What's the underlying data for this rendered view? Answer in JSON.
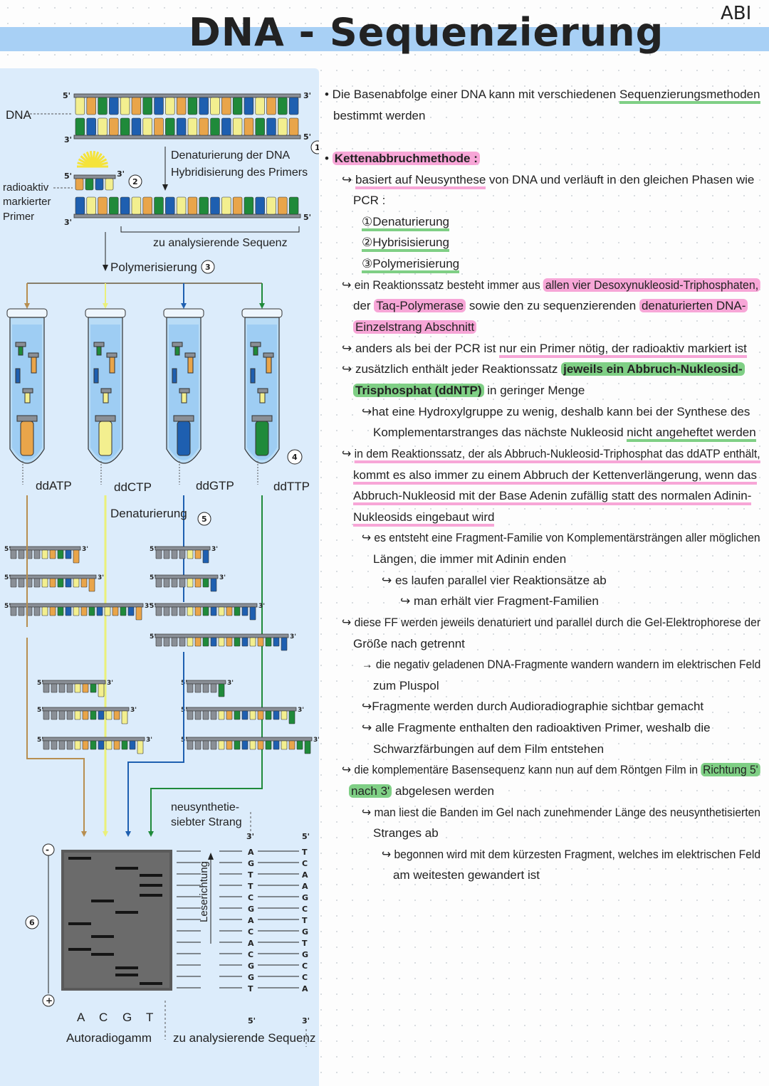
{
  "header": {
    "title": "DNA - Sequenzierung",
    "corner": "ABI"
  },
  "diagram": {
    "dna_label": "DNA",
    "primer_label_1": "radioaktiv",
    "primer_label_2": "markierter",
    "primer_label_3": "Primer",
    "five_prime": "5'",
    "three_prime": "3'",
    "step_denat_1": "Denaturierung der DNA",
    "step_denat_2": "Hybridisierung des Primers",
    "seq_label": "zu analysierende Sequenz",
    "polymerisation": "Polymerisierung",
    "tube_labels": [
      "ddATP",
      "ddCTP",
      "ddGTP",
      "ddTTP"
    ],
    "denaturierung": "Denaturierung",
    "step_nums": [
      "1",
      "2",
      "3",
      "4",
      "5",
      "6"
    ],
    "neusynth_1": "neusynthetie-",
    "neusynth_2": "siebter Strang",
    "leserichtung": "Leserichtung",
    "lane_labels": [
      "A",
      "C",
      "G",
      "T"
    ],
    "autoradiogramm": "Autoradiogamm",
    "zu_analys": "zu analysierende Sequenz",
    "minus": "-",
    "plus": "+",
    "left_seq": [
      "A",
      "G",
      "T",
      "T",
      "C",
      "G",
      "A",
      "C",
      "A",
      "C",
      "G",
      "G",
      "T"
    ],
    "right_seq": [
      "T",
      "C",
      "A",
      "A",
      "G",
      "C",
      "T",
      "G",
      "T",
      "G",
      "C",
      "C",
      "A"
    ]
  },
  "notes": {
    "l1a": "Die Basenabfolge einer DNA kann mit verschiedenen ",
    "l1b": "Sequenzierungsmethoden",
    "l2": "bestimmt werden",
    "l3": "Kettenabbruchmethode :",
    "l4a": "basiert auf Neusynthese",
    "l4b": " von DNA und verläuft in den gleichen Phasen wie",
    "l5": "PCR :",
    "l6": "①Denaturierung",
    "l7": "②Hybrisisierung",
    "l8": "③Polymerisierung",
    "l9a": "ein Reaktionssatz besteht immer aus ",
    "l9b": "allen vier Desoxynukleosid-Triphosphaten,",
    "l10a": "der ",
    "l10b": "Taq-Polymerase",
    "l10c": " sowie den zu sequenzierenden ",
    "l10d": "denaturierten DNA-",
    "l11": "Einzelstrang Abschnitt",
    "l12a": "anders als bei der PCR ist ",
    "l12b": "nur ein Primer nötig, der radioaktiv markiert ist",
    "l13a": "zusätzlich enthält jeder Reaktionssatz ",
    "l13b": "jeweils ein Abbruch-Nukleosid-",
    "l14a": "Trisphosphat (ddNTP)",
    "l14b": " in geringer Menge",
    "l15": "hat eine Hydroxylgruppe zu wenig, deshalb kann bei der Synthese des",
    "l16a": "Komplementarstranges das nächste Nukleosid ",
    "l16b": "nicht angeheftet werden",
    "l17": "in dem Reaktionssatz, der als Abbruch-Nukleosid-Triphosphat das ddATP enthält,",
    "l18": "kommt es also immer zu einem Abbruch der Kettenverlängerung, wenn das",
    "l19": "Abbruch-Nukleosid mit der Base Adenin zufällig statt des normalen Adinin-",
    "l20": "Nukleosids eingebaut wird",
    "l21": "es entsteht eine Fragment-Familie von Komplementärsträngen aller möglichen",
    "l22": "Längen, die immer mit Adinin enden",
    "l23": "es laufen parallel vier Reaktionsätze ab",
    "l24": "man erhält vier Fragment-Familien",
    "l25": "diese FF werden jeweils denaturiert und parallel durch die Gel-Elektrophorese der",
    "l26": "Größe nach getrennt",
    "l27": "die negativ geladenen DNA-Fragmente wandern wandern im elektrischen Feld",
    "l28": "zum Pluspol",
    "l29": "Fragmente werden durch Audioradiographie sichtbar gemacht",
    "l30": "alle Fragmente enthalten den radioaktiven Primer, weshalb die",
    "l31": "Schwarzfärbungen auf dem Film entstehen",
    "l32a": "die komplementäre Basensequenz kann nun auf dem Röntgen Film in ",
    "l32b": "Richtung 5'",
    "l33a": "nach 3'",
    "l33b": " abgelesen werden",
    "l34": "man liest die Banden im Gel nach zunehmender Länge des neusynthetisierten",
    "l35": "Stranges ab",
    "l36": "begonnen wird mit dem kürzesten Fragment, welches im elektrischen Feld",
    "l37": "am weitesten gewandert ist"
  },
  "colors": {
    "banner": "#a8d0f5",
    "panel": "#dcecfb",
    "pink": "#f7a6d7",
    "green": "#7fcf85",
    "A": "#e9a54a",
    "C": "#f3ef8f",
    "G": "#1e5fb0",
    "T": "#1f8a3a",
    "gray": "#8a8f96"
  }
}
